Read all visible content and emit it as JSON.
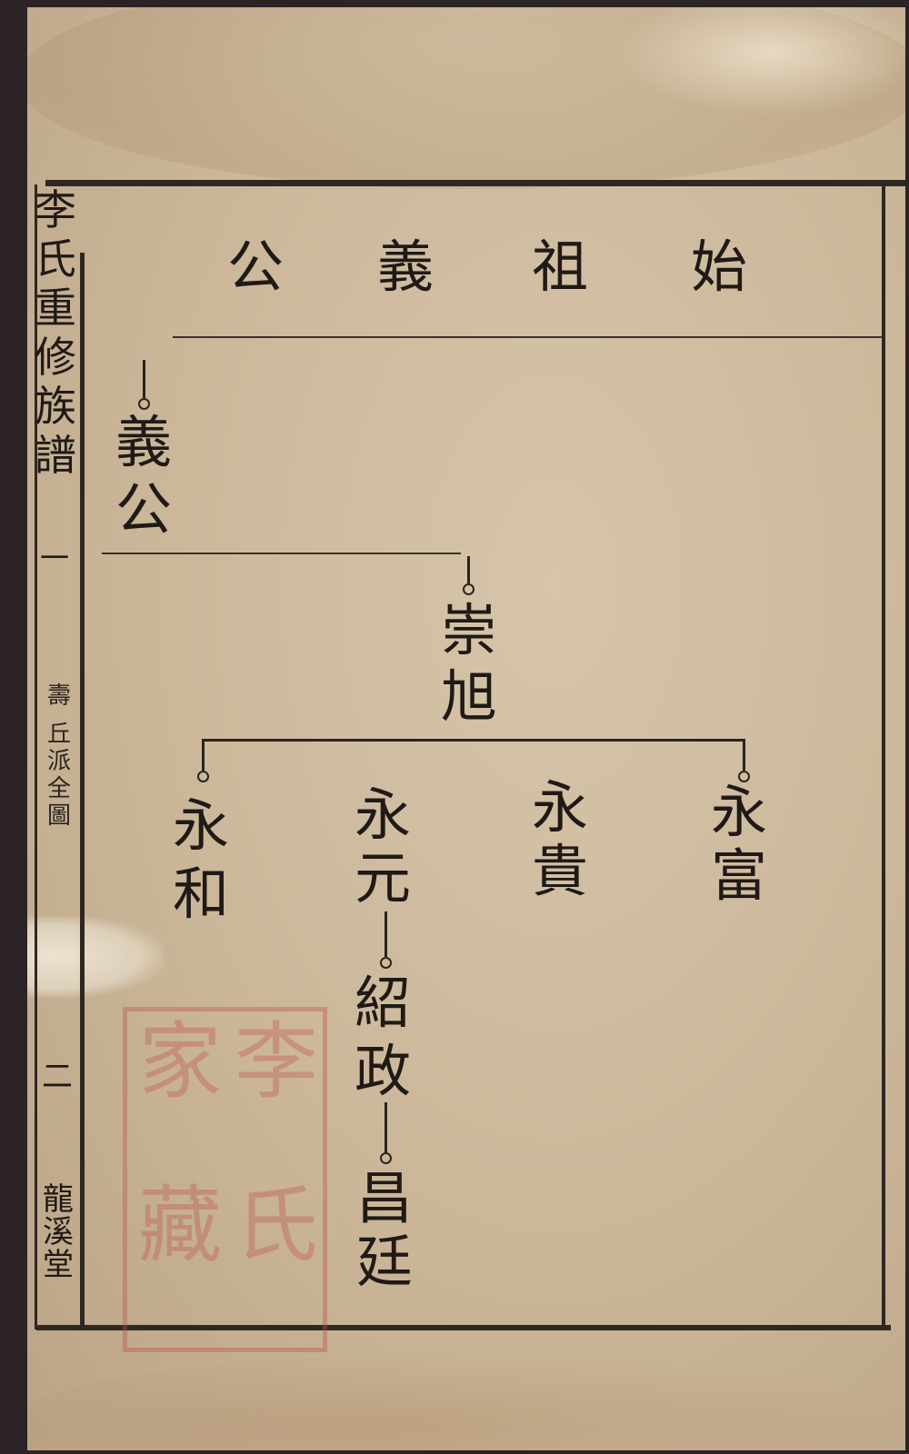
{
  "header": {
    "ancestor_title": [
      "始",
      "祖",
      "義",
      "公"
    ]
  },
  "spine": {
    "book_title": [
      "李",
      "氏",
      "重",
      "修",
      "族",
      "譜"
    ],
    "volume_mark": "一",
    "section_label": [
      "壽",
      "丘",
      "派",
      "全",
      "圖"
    ],
    "page_number": "二",
    "hall_name": [
      "龍",
      "溪",
      "堂"
    ]
  },
  "tree": {
    "gen1": [
      "義",
      "公"
    ],
    "gen2": [
      "崇",
      "旭"
    ],
    "gen3": [
      [
        "永",
        "富"
      ],
      [
        "永",
        "貴"
      ],
      [
        "永",
        "元"
      ],
      [
        "永",
        "和"
      ]
    ],
    "gen4": [
      "紹",
      "政"
    ],
    "gen5": [
      "昌",
      "廷"
    ]
  },
  "seal": {
    "text": [
      "李",
      "氏",
      "家",
      "藏"
    ],
    "color": "#be5046"
  }
}
